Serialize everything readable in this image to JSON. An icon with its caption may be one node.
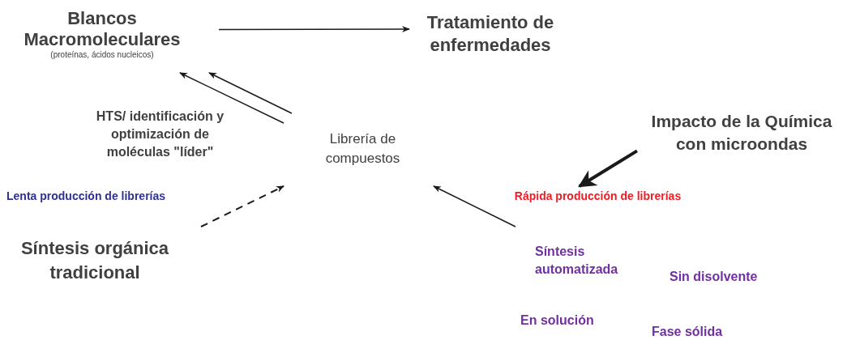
{
  "diagram": {
    "nodes": [
      {
        "text": [
          "Blancos Macromoleculares",
          "(proteínas, ácidos nucleicos)"
        ]
      },
      {
        "text": [
          "Tratamiento de enfermedades"
        ]
      },
      {
        "text": [
          "Librería de compuestos"
        ]
      },
      {
        "text": [
          "Impacto de la Química con microondas"
        ]
      },
      {
        "text": [
          "Síntesis orgánica tradicional"
        ]
      },
      {
        "text": [
          "Rápida producción de librerías"
        ]
      }
    ],
    "edges": [
      {
        "from": 0,
        "to": 1,
        "arrow": "to"
      },
      {
        "from": 2,
        "to": 0,
        "arrow": "to"
      },
      {
        "from": 2,
        "to": 0,
        "arrow": "to"
      },
      {
        "from": null,
        "to": 2,
        "arrow": "to"
      },
      {
        "from": 4,
        "to": 2,
        "arrow": "to",
        "style": "dashed"
      },
      {
        "from": 3,
        "to": 5,
        "arrow": "to",
        "style": "thick"
      }
    ],
    "labels": [
      "HTS/ identificación y optimización de moléculas \"líder\"",
      "Lenta producción de librerías",
      "Síntesis automatizada",
      "Sin disolvente",
      "En solución",
      "Fase sólida"
    ]
  }
}
